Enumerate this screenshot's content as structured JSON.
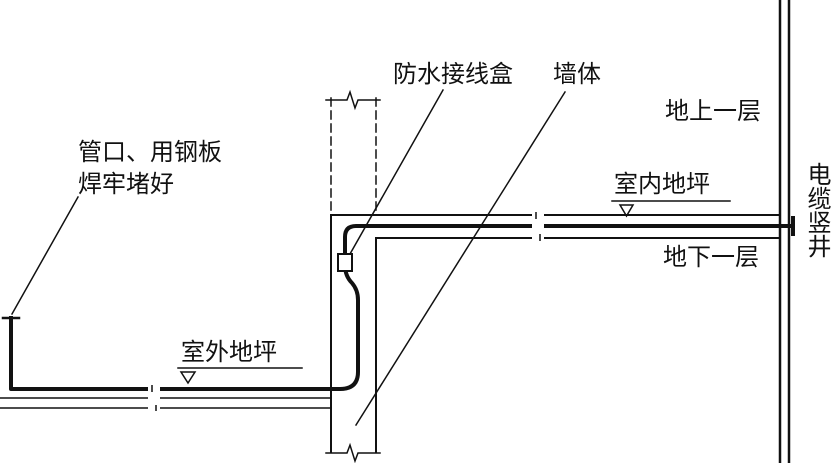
{
  "colors": {
    "ink": "#111111",
    "background": "#ffffff"
  },
  "labels": {
    "box": "防水接线盒",
    "wall": "墙体",
    "above": "地上一层",
    "pipe_line1": "管口、用钢板",
    "pipe_line2": "焊牢堵好",
    "indoor_floor": "室内地坪",
    "shaft": "电缆竖井",
    "below": "地下一层",
    "outdoor_floor": "室外地坪"
  }
}
